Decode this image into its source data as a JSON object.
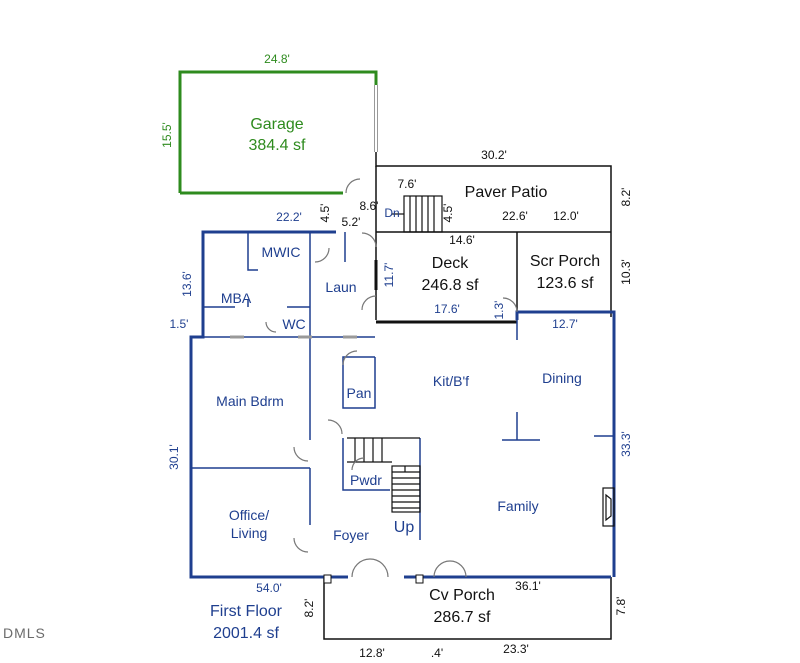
{
  "floor": {
    "name": "First Floor",
    "total_sf": "2001.4 sf"
  },
  "watermark": "DMLS",
  "rooms": {
    "garage": {
      "name": "Garage",
      "area": "384.4 sf"
    },
    "paver_patio": {
      "name": "Paver Patio"
    },
    "deck": {
      "name": "Deck",
      "area": "246.8 sf"
    },
    "scr_porch": {
      "name": "Scr Porch",
      "area": "123.6 sf"
    },
    "cv_porch": {
      "name": "Cv Porch",
      "area": "286.7 sf"
    },
    "mwic": "MWIC",
    "mba": "MBA",
    "wc": "WC",
    "laun": "Laun",
    "pan": "Pan",
    "kit": "Kit/B'f",
    "dining": "Dining",
    "main_bdrm": "Main Bdrm",
    "pwdr": "Pwdr",
    "office": "Office/",
    "office_2": "Living",
    "foyer": "Foyer",
    "family": "Family",
    "dn": "Dn",
    "up": "Up"
  },
  "dimensions": {
    "garage_width": "24.8'",
    "garage_depth": "15.5'",
    "patio_width": "30.2'",
    "patio_depth": "8.2'",
    "step_width": "7.6'",
    "door_gap": "8.6'",
    "side_a": "4.5'",
    "side_b": "4.5'",
    "small_5_2": "5.2'",
    "house_top": "22.2'",
    "patio_inner": "22.6'",
    "patio_right": "12.0'",
    "deck_width": "14.6'",
    "deck_depth": "11.7'",
    "scr_depth": "10.3'",
    "deck_bottom": "17.6'",
    "deck_step": "1.3'",
    "scr_width": "12.7'",
    "master_depth": "13.6'",
    "bump": "1.5'",
    "house_left": "30.1'",
    "house_right": "33.3'",
    "house_bottom": "54.0'",
    "porch_right_top": "36.1'",
    "porch_left": "8.2'",
    "porch_right": "7.8'",
    "porch_bottom_a": "12.8'",
    "porch_bottom_b": ".4'",
    "porch_bottom_c": "23.3'"
  },
  "colors": {
    "interior": "#1f3f8f",
    "garage": "#2e8b1e",
    "exterior": "#111111"
  }
}
